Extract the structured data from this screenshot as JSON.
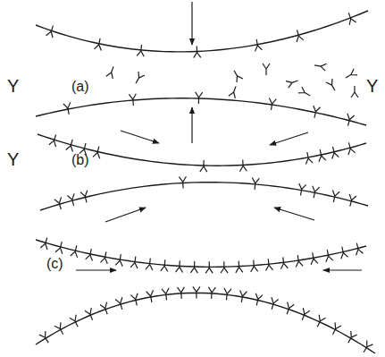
{
  "diagram": {
    "labels": [
      "Y",
      "(a)",
      "Y",
      "Y",
      "(b)",
      "(c)"
    ]
  }
}
